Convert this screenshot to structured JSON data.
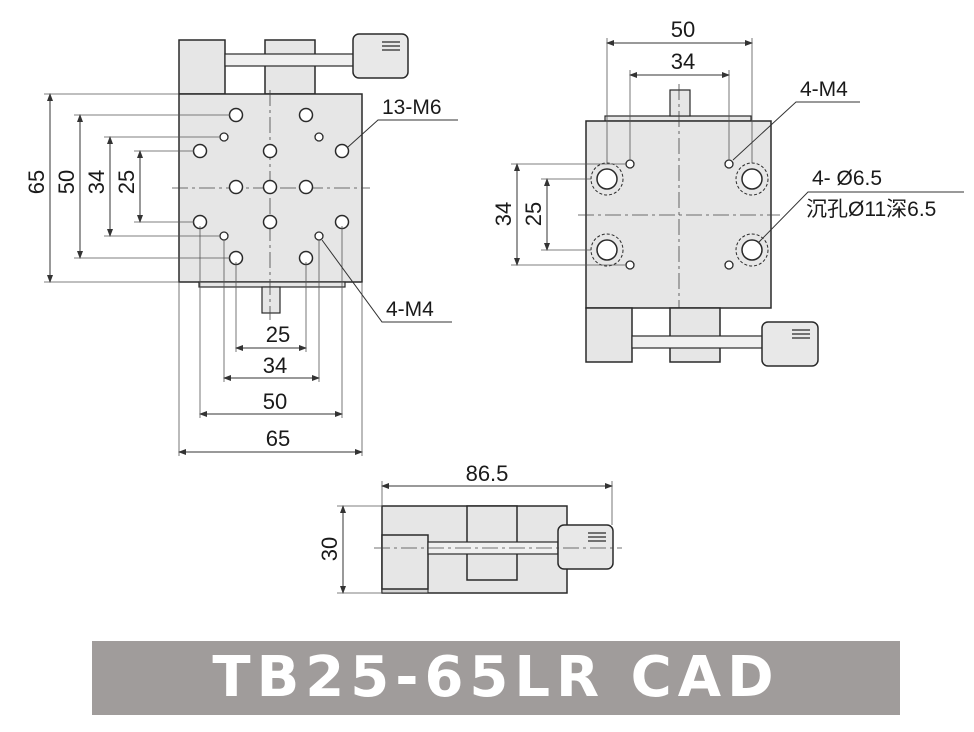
{
  "top_view": {
    "dims_horizontal": [
      "25",
      "34",
      "50",
      "65"
    ],
    "dims_vertical": [
      "65",
      "50",
      "34",
      "25"
    ],
    "callout_tapped": "13-M6",
    "callout_small": "4-M4"
  },
  "side_view": {
    "dims_horizontal": [
      "50",
      "34"
    ],
    "dims_vertical": [
      "34",
      "25"
    ],
    "callout_small": "4-M4",
    "callout_holes_line1": "4- Ø6.5",
    "callout_holes_line2": "沉孔Ø11深6.5"
  },
  "front_view": {
    "dim_length": "86.5",
    "dim_height": "30"
  },
  "banner": {
    "title": "TB25-65LR CAD"
  },
  "colors": {
    "body_fill": "#e6e6e6",
    "outline": "#2a2a2a",
    "banner_bg": "#a09c9b",
    "banner_text": "#ffffff"
  }
}
